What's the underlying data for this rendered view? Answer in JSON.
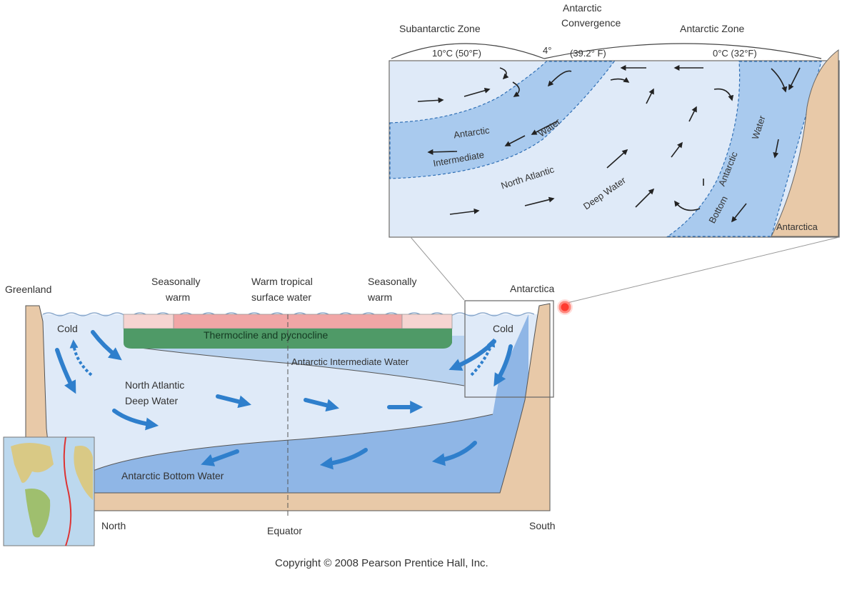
{
  "inset": {
    "zones": {
      "subantarctic": "Subantarctic Zone",
      "convergence_line1": "Antarctic",
      "convergence_line2": "Convergence",
      "antarctic": "Antarctic Zone"
    },
    "temps": {
      "left": "10°C (50°F)",
      "mid_a": "4°",
      "mid_b": "(39.2° F)",
      "right": "0°C (32°F)"
    },
    "water_labels": {
      "aiw_1": "Antarctic",
      "aiw_2": "Water",
      "aiw_3": "Intermediate",
      "nadw_1": "North Atlantic",
      "nadw_2": "Deep Water",
      "abw_1": "Antarctic",
      "abw_2": "Water",
      "abw_3": "Bottom"
    },
    "antarctica": "Antarctica"
  },
  "main": {
    "greenland": "Greenland",
    "seasonally_warm_left_1": "Seasonally",
    "seasonally_warm_left_2": "warm",
    "warm_tropical_1": "Warm tropical",
    "warm_tropical_2": "surface water",
    "seasonally_warm_right_1": "Seasonally",
    "seasonally_warm_right_2": "warm",
    "antarctica": "Antarctica",
    "cold_left": "Cold",
    "cold_right": "Cold",
    "thermocline": "Thermocline and pycnocline",
    "aiw": "Antarctic Intermediate Water",
    "nadw_1": "North Atlantic",
    "nadw_2": "Deep Water",
    "abw": "Antarctic Bottom Water",
    "north": "North",
    "equator": "Equator",
    "south": "South"
  },
  "copyright": "Copyright © 2008 Pearson Prentice Hall, Inc.",
  "colors": {
    "light_water": "#dfeaf8",
    "aiw_water": "#a9caee",
    "bottom_water": "#8fb6e6",
    "land": "#e8c9a8",
    "thermocline": "#4f9a67",
    "warm": "#f1a6a6",
    "seasonal": "#f6d4d1",
    "arrow": "#2f7fcc"
  }
}
